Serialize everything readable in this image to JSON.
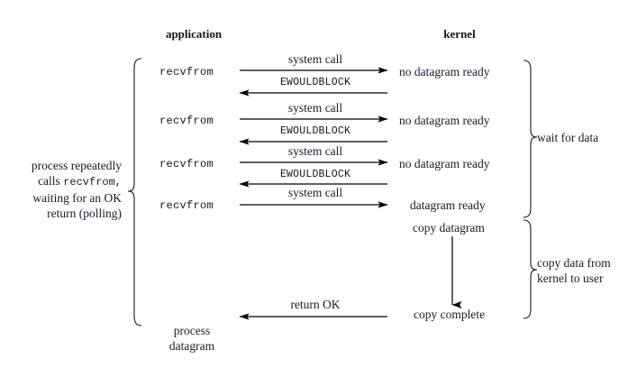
{
  "diagram": {
    "title_left": "application",
    "title_right": "kernel",
    "left_note": {
      "lines": [
        {
          "text": "process repeatedly",
          "mono": false
        },
        {
          "text": "calls ",
          "mono": false,
          "suffix": "recvfrom,",
          "suffix_mono": true
        },
        {
          "text": "waiting for an OK",
          "mono": false
        },
        {
          "text": "return (polling)",
          "mono": false
        }
      ],
      "plain": "process repeatedly calls recvfrom, waiting for an OK return (polling)"
    },
    "app_calls": [
      {
        "label": "recvfrom"
      },
      {
        "label": "recvfrom"
      },
      {
        "label": "recvfrom"
      },
      {
        "label": "recvfrom"
      }
    ],
    "app_result": {
      "line1": "process",
      "line2": "datagram"
    },
    "kernel_states": [
      {
        "label": "no datagram ready"
      },
      {
        "label": "no datagram ready"
      },
      {
        "label": "no datagram ready"
      },
      {
        "label": "datagram ready"
      },
      {
        "label": "copy datagram"
      },
      {
        "label": "copy complete"
      }
    ],
    "arrows": [
      {
        "caption": "system call",
        "direction": "right",
        "font": "serif"
      },
      {
        "caption": "EWOULDBLOCK",
        "direction": "left",
        "font": "mono"
      },
      {
        "caption": "system call",
        "direction": "right",
        "font": "serif"
      },
      {
        "caption": "EWOULDBLOCK",
        "direction": "left",
        "font": "mono"
      },
      {
        "caption": "system call",
        "direction": "right",
        "font": "serif"
      },
      {
        "caption": "EWOULDBLOCK",
        "direction": "left",
        "font": "mono"
      },
      {
        "caption": "system call",
        "direction": "right",
        "font": "serif"
      },
      {
        "caption": "return OK",
        "direction": "left",
        "font": "serif"
      }
    ],
    "braces": [
      {
        "label": "wait for data",
        "side": "right"
      },
      {
        "label": "copy data from\nkernel to user",
        "side": "right"
      }
    ],
    "brace_right_1_label": "wait for data",
    "brace_right_2_line1": "copy data from",
    "brace_right_2_line2": "kernel to user",
    "colors": {
      "ink": "#15151f",
      "line": "#000000",
      "background": "#ffffff"
    }
  }
}
